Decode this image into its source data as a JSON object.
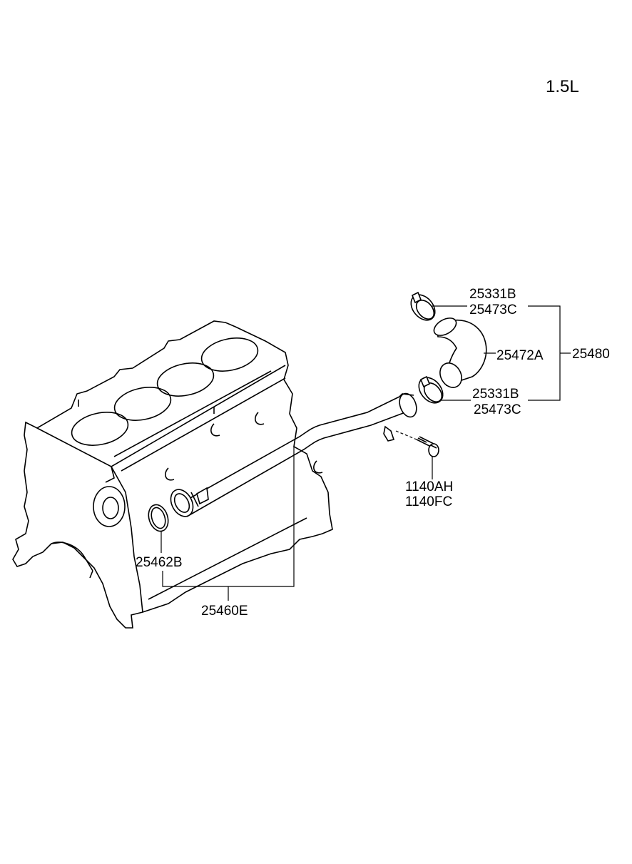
{
  "title": "1.5L",
  "labels": {
    "clamp_upper_a": "25331B",
    "clamp_upper_b": "25473C",
    "hose": "25472A",
    "hose_assy": "25480",
    "clamp_lower_a": "25331B",
    "clamp_lower_b": "25473C",
    "bolt_a": "1140AH",
    "bolt_b": "1140FC",
    "oring": "25462B",
    "pipe_assy": "25460E"
  }
}
